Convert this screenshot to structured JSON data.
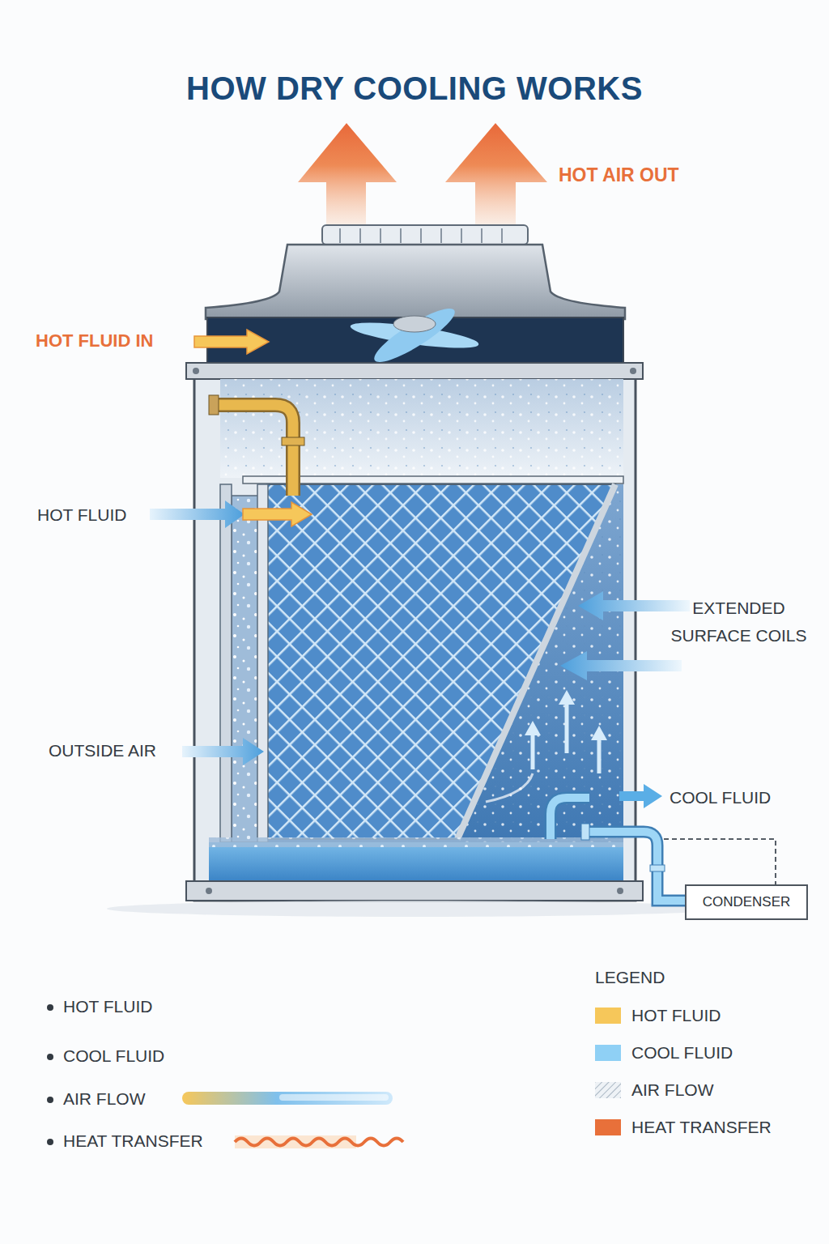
{
  "diagram": {
    "title": "HOW DRY COOLING WORKS",
    "nodes": [
      {
        "text": [
          "CONDENSER"
        ]
      }
    ],
    "labels": [
      "HOT AIR OUT",
      "HOT FLUID IN",
      "HOT FLUID",
      "EXTENDED SURFACE COILS",
      "OUTSIDE AIR",
      "COOL FLUID",
      "LEGEND"
    ],
    "legend": [
      {
        "text": "HOT FLUID"
      },
      {
        "text": "COOL FLUID"
      },
      {
        "text": "AIR FLOW"
      },
      {
        "text": "HEAT TRANSFER"
      },
      {
        "text": "HOT FLUID",
        "color": "#f6c75a"
      },
      {
        "text": "COOL FLUID",
        "color": "#8fd0f5"
      },
      {
        "text": "AIR FLOW"
      },
      {
        "text": "HEAT TRANSFER",
        "color": "#e8703a"
      }
    ]
  }
}
